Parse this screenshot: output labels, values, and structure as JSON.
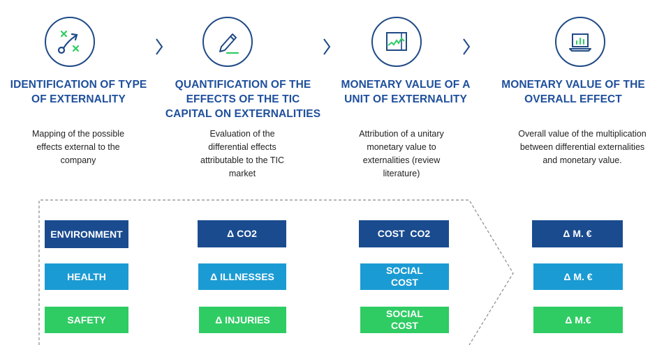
{
  "steps": [
    {
      "icon": "strategy-icon",
      "title": "IDENTIFICATION OF TYPE OF EXTERNALITY",
      "description": "Mapping of the possible effects external to the company"
    },
    {
      "icon": "pen-signature-icon",
      "title": "QUANTIFICATION OF THE EFFECTS OF THE TIC CAPITAL ON EXTERNALITIES",
      "description": "Evaluation of the differential effects attributable to the TIC market"
    },
    {
      "icon": "chart-monitor-icon",
      "title": "MONETARY VALUE OF A UNIT OF EXTERNALITY",
      "description": "Attribution of a unitary monetary value to externalities (review literature)"
    },
    {
      "icon": "laptop-chart-icon",
      "title": "MONETARY VALUE OF THE OVERALL EFFECT",
      "description": "Overall value of the multiplication between differential externalities and monetary value."
    }
  ],
  "colors": {
    "dark_blue": "#1a4b8f",
    "mid_blue": "#1b9bd3",
    "green": "#2fcc63",
    "title_blue": "#1e4f9c"
  },
  "grid": {
    "rows": [
      {
        "category": "ENVIRONMENT",
        "effect": "Δ CO2",
        "unit_value": "COST  CO2",
        "overall": "Δ M. €"
      },
      {
        "category": "HEALTH",
        "effect": "Δ ILLNESSES",
        "unit_value": "SOCIAL COST",
        "overall": "Δ M. €"
      },
      {
        "category": "SAFETY",
        "effect": "Δ INJURIES",
        "unit_value": "SOCIAL COST",
        "overall": "Δ M.€"
      }
    ]
  }
}
